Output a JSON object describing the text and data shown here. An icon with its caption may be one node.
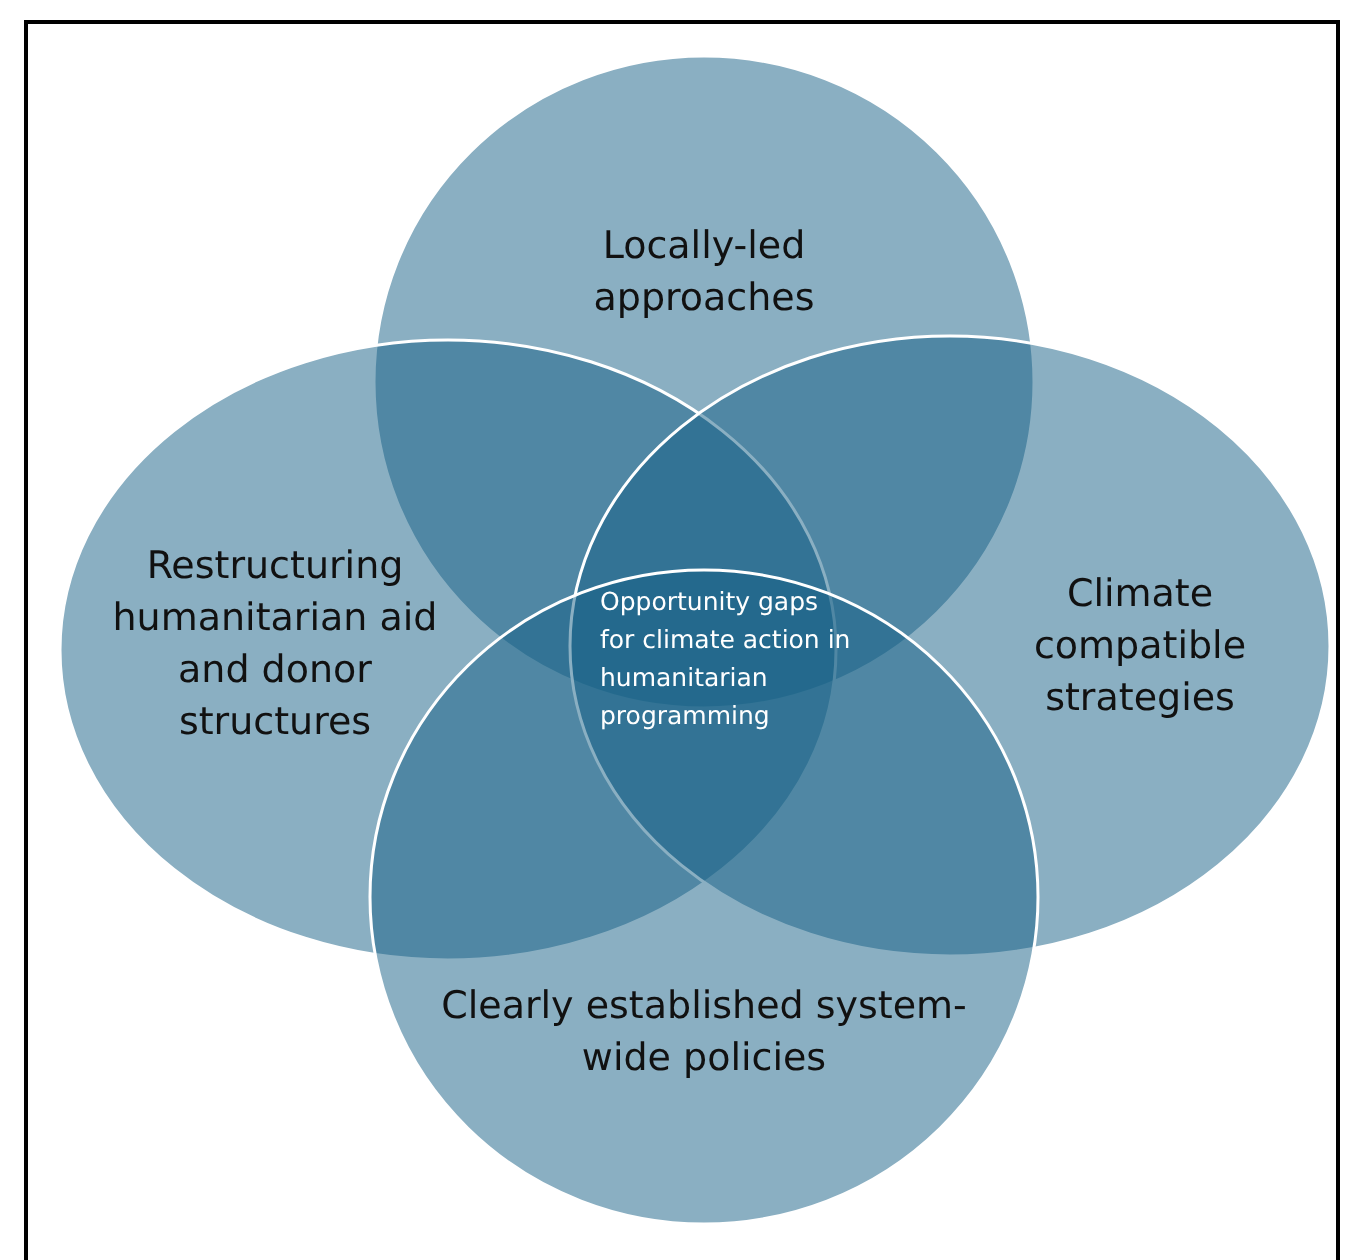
{
  "diagram": {
    "nodes": [
      {
        "text": [
          "Locally-led approaches"
        ]
      },
      {
        "text": [
          "Restructuring humanitarian aid and donor structures"
        ]
      },
      {
        "text": [
          "Climate compatible strategies"
        ]
      },
      {
        "text": [
          "Clearly established system-wide policies"
        ]
      },
      {
        "text": [
          "Opportunity gaps for climate action in humanitarian programming"
        ]
      }
    ],
    "edges": []
  }
}
